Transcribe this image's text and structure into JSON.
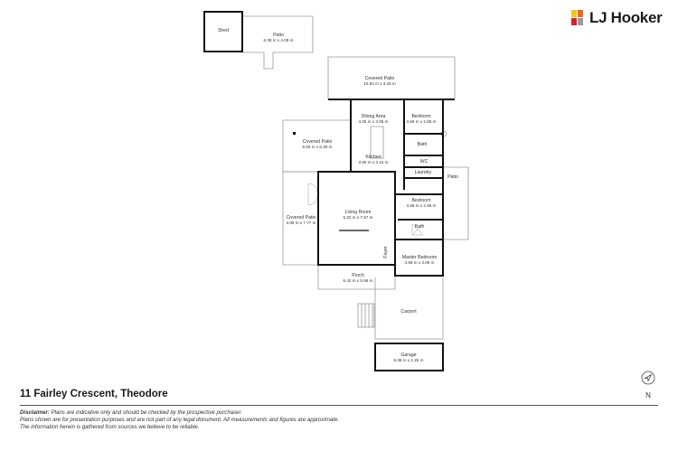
{
  "brand": {
    "name": "LJ Hooker",
    "colors": {
      "yellow": "#f6c412",
      "orange": "#ec6a1f",
      "red": "#d5202d",
      "grey": "#9a9a9a"
    }
  },
  "address": "11 Fairley Crescent, Theodore",
  "compass": {
    "letter": "N"
  },
  "rooms": {
    "shed": {
      "name": "Shed"
    },
    "patio_top": {
      "name": "Patio",
      "dims": "6.38 m x 4.09 m"
    },
    "covered_patio_top": {
      "name": "Covered Patio",
      "dims": "10.83 m x 3.46 m"
    },
    "dining": {
      "name": "Dining Area",
      "dims": "4.05 m x 3.05 m"
    },
    "bedroom1": {
      "name": "Bedroom",
      "dims": "3.59 m x 2.89 m"
    },
    "covered_patio_left": {
      "name": "Covered Patio",
      "dims": "5.50 m x 6.30 m"
    },
    "bath1": {
      "name": "Bath"
    },
    "wc": {
      "name": "WC"
    },
    "kitchen": {
      "name": "Kitchen",
      "dims": "3.90 m x 3.16 m"
    },
    "laundry": {
      "name": "Laundry"
    },
    "patio_right": {
      "name": "Patio"
    },
    "bedroom2": {
      "name": "Bedroom",
      "dims": "3.59 m x 2.69 m"
    },
    "covered_patio_west": {
      "name": "Covered Patio",
      "dims": "3.08 m x 7.77 m"
    },
    "living": {
      "name": "Living Room",
      "dims": "6.32 m x 7.57 m"
    },
    "bath2": {
      "name": "Bath"
    },
    "foyer": {
      "name": "Foyer"
    },
    "master": {
      "name": "Master Bedroom",
      "dims": "3.59 m x 3.09 m"
    },
    "porch": {
      "name": "Porch",
      "dims": "6.42 m x 5.96 m"
    },
    "carport": {
      "name": "Carport"
    },
    "garage": {
      "name": "Garage",
      "dims": "5.38 m x 2.25 m"
    }
  },
  "disclaimer": {
    "heading": "Disclaimer:",
    "line1": "Plans are indicative only and should be checked by the prospective purchaser.",
    "line2": "Plans shown are for presentation purposes and are not part of any legal document. All measurements and figures are approximate.",
    "line3": "The information herein is gathered from sources we believe to be reliable."
  }
}
